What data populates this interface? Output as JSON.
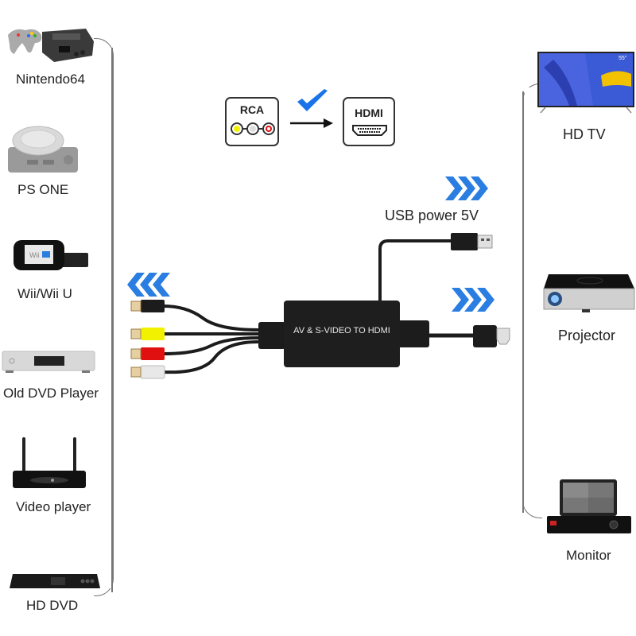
{
  "source_devices": [
    {
      "name": "Nintendo64",
      "icon": "n64-console-icon"
    },
    {
      "name": "PS ONE",
      "icon": "ps-one-console-icon"
    },
    {
      "name": "Wii/Wii U",
      "icon": "wii-u-console-icon"
    },
    {
      "name": "Old DVD Player",
      "icon": "dvd-player-icon"
    },
    {
      "name": "Video player",
      "icon": "video-player-icon"
    },
    {
      "name": "HD DVD",
      "icon": "hd-dvd-player-icon"
    }
  ],
  "display_devices": [
    {
      "name": "HD TV",
      "icon": "tv-icon",
      "screen_badge": "55\""
    },
    {
      "name": "Projector",
      "icon": "projector-icon"
    },
    {
      "name": "Monitor",
      "icon": "monitor-icon"
    }
  ],
  "conversion": {
    "from_label": "RCA",
    "to_label": "HDMI",
    "check_color": "#1a73e8"
  },
  "converter": {
    "box_label": "AV & S-VIDEO TO HDMI",
    "usb_label": "USB power 5V"
  },
  "colors": {
    "arrow_blue": "#2a7de1",
    "rca_yellow": "#f2f200",
    "rca_red": "#e01010",
    "rca_white": "#e8e8e8",
    "cable_black": "#1c1c1c"
  }
}
